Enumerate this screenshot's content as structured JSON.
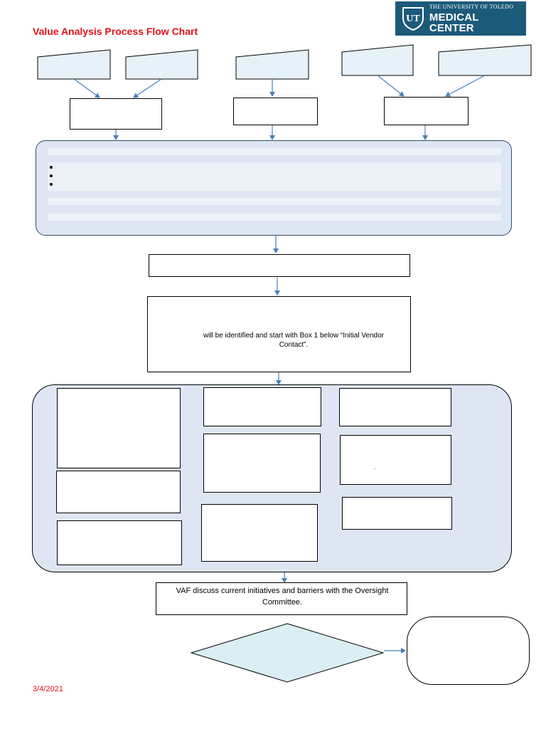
{
  "header": {
    "title": "Value Analysis Process Flow Chart",
    "logo": {
      "mark": "UT",
      "line1": "THE UNIVERSITY OF TOLEDO",
      "line2": "MEDICAL CENTER"
    }
  },
  "flow": {
    "identify_text": "will be identified and start with Box 1 below “Initial Vendor Contact”.",
    "vaf_text": "VAF discuss current initiatives and barriers with the Oversight Committee.",
    "small_dot": "."
  },
  "footer": {
    "date": "3/4/2021"
  },
  "colors": {
    "title_red": "#e0121c",
    "logo_blue": "#1c5a7a",
    "input_fill": "#e7f1f8",
    "panel_fill": "#dde6f2",
    "diamond_fill": "#dbeef4",
    "arrow_blue": "#4a7ebb"
  }
}
